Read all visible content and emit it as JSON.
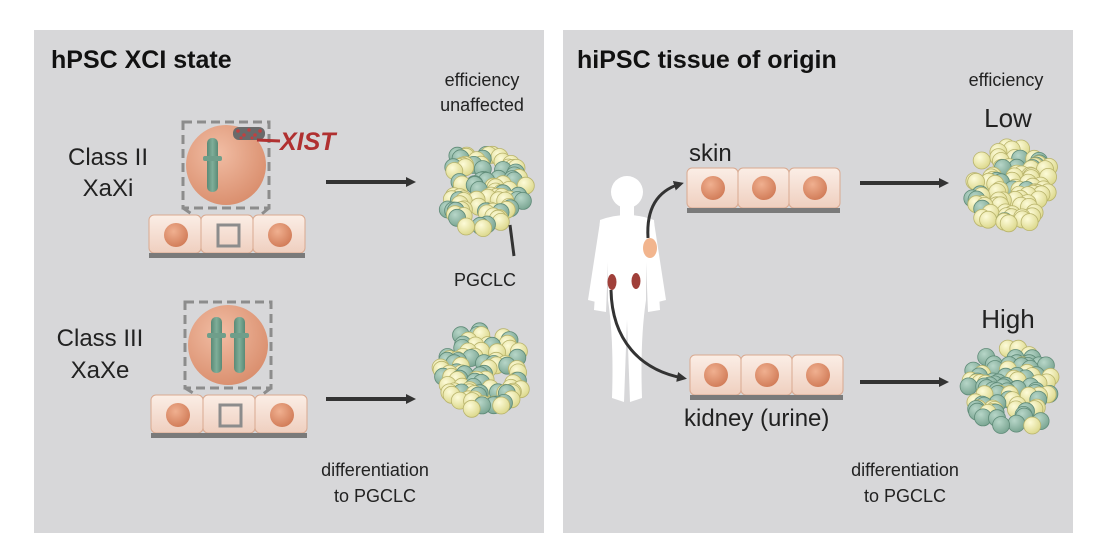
{
  "left_panel": {
    "title": "hPSC XCI state",
    "class2_line1": "Class II",
    "class2_line2": "XaXi",
    "xist_label": "XIST",
    "class3_line1": "Class III",
    "class3_line2": "XaXe",
    "efficiency_line1": "efficiency",
    "efficiency_line2": "unaffected",
    "pgclc_label": "PGCLC",
    "diff_line1": "differentiation",
    "diff_line2": "to PGCLC"
  },
  "right_panel": {
    "title": "hiPSC tissue of origin",
    "efficiency_label": "efficiency",
    "skin_label": "skin",
    "kidney_label": "kidney (urine)",
    "low_label": "Low",
    "high_label": "High",
    "diff_line1": "differentiation",
    "diff_line2": "to PGCLC"
  },
  "colors": {
    "panel_bg": "#d7d7d9",
    "nucleus": "#e09e80",
    "chromosome": "#6f9e8a",
    "xist": "#b03030",
    "kidney": "#a0403a",
    "sphere_yellow": "#efeca8",
    "sphere_teal": "#93bcab",
    "arrow": "#333333"
  }
}
